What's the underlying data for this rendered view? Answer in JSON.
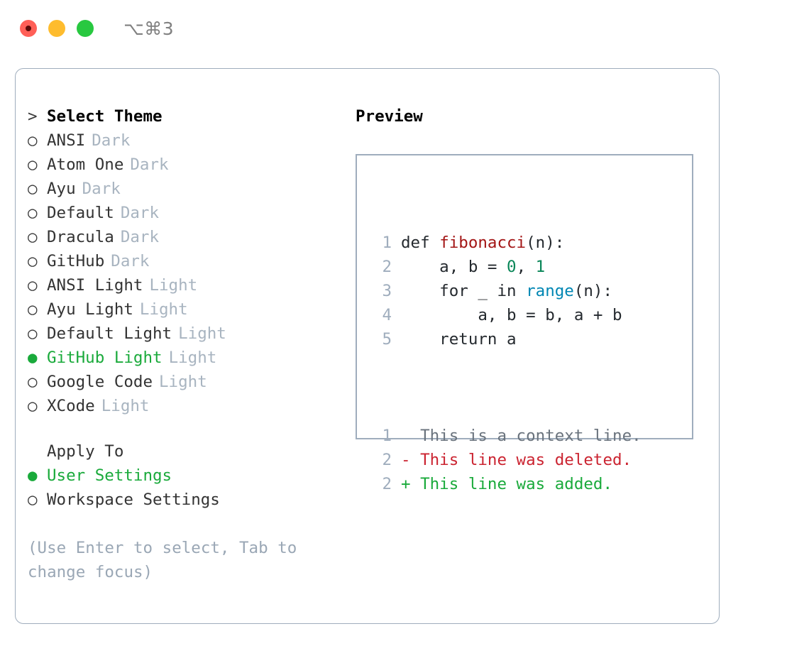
{
  "titlebar": {
    "shortcut": "⌥⌘3",
    "lights": [
      "close",
      "minimize",
      "zoom"
    ]
  },
  "theme_section": {
    "prompt": ">",
    "title": "Select Theme",
    "marker_selected": "●",
    "marker_unselected": "○",
    "items": [
      {
        "label": "ANSI",
        "tag": "Dark",
        "selected": false
      },
      {
        "label": "Atom One",
        "tag": "Dark",
        "selected": false
      },
      {
        "label": "Ayu",
        "tag": "Dark",
        "selected": false
      },
      {
        "label": "Default",
        "tag": "Dark",
        "selected": false
      },
      {
        "label": "Dracula",
        "tag": "Dark",
        "selected": false
      },
      {
        "label": "GitHub",
        "tag": "Dark",
        "selected": false
      },
      {
        "label": "ANSI Light",
        "tag": "Light",
        "selected": false
      },
      {
        "label": "Ayu Light",
        "tag": "Light",
        "selected": false
      },
      {
        "label": "Default Light",
        "tag": "Light",
        "selected": false
      },
      {
        "label": "GitHub Light",
        "tag": "Light",
        "selected": true
      },
      {
        "label": "Google Code",
        "tag": "Light",
        "selected": false
      },
      {
        "label": "XCode",
        "tag": "Light",
        "selected": false
      }
    ]
  },
  "apply_section": {
    "title": "Apply To",
    "items": [
      {
        "label": "User Settings",
        "selected": true
      },
      {
        "label": "Workspace Settings",
        "selected": false
      }
    ]
  },
  "hint": "(Use Enter to select, Tab to change focus)",
  "preview": {
    "heading": "Preview",
    "code_lines": [
      {
        "no": "1",
        "parts": [
          {
            "text": "def ",
            "kind": "plain"
          },
          {
            "text": "fibonacci",
            "kind": "fn"
          },
          {
            "text": "(n):",
            "kind": "plain"
          }
        ]
      },
      {
        "no": "2",
        "parts": [
          {
            "text": "    a, b = ",
            "kind": "plain"
          },
          {
            "text": "0",
            "kind": "num"
          },
          {
            "text": ", ",
            "kind": "plain"
          },
          {
            "text": "1",
            "kind": "num"
          }
        ]
      },
      {
        "no": "3",
        "parts": [
          {
            "text": "    for _ in ",
            "kind": "plain"
          },
          {
            "text": "range",
            "kind": "call"
          },
          {
            "text": "(n):",
            "kind": "plain"
          }
        ]
      },
      {
        "no": "4",
        "parts": [
          {
            "text": "        a, b = b, a + b",
            "kind": "plain"
          }
        ]
      },
      {
        "no": "5",
        "parts": [
          {
            "text": "    return a",
            "kind": "plain"
          }
        ]
      }
    ],
    "diff_lines": [
      {
        "no": "1",
        "sign": " ",
        "text": "This is a context line.",
        "kind": "ctx"
      },
      {
        "no": "2",
        "sign": "-",
        "text": "This line was deleted.",
        "kind": "del"
      },
      {
        "no": "2",
        "sign": "+",
        "text": "This line was added.",
        "kind": "add"
      }
    ]
  },
  "colors": {
    "accent_green": "#1aaa3b",
    "border": "#9fadbd",
    "muted": "#a8b4c0",
    "fn_red": "#a31515",
    "num_teal": "#098658",
    "call_blue": "#0086b3",
    "diff_del": "#cb2431",
    "diff_ctx": "#6a737d"
  }
}
